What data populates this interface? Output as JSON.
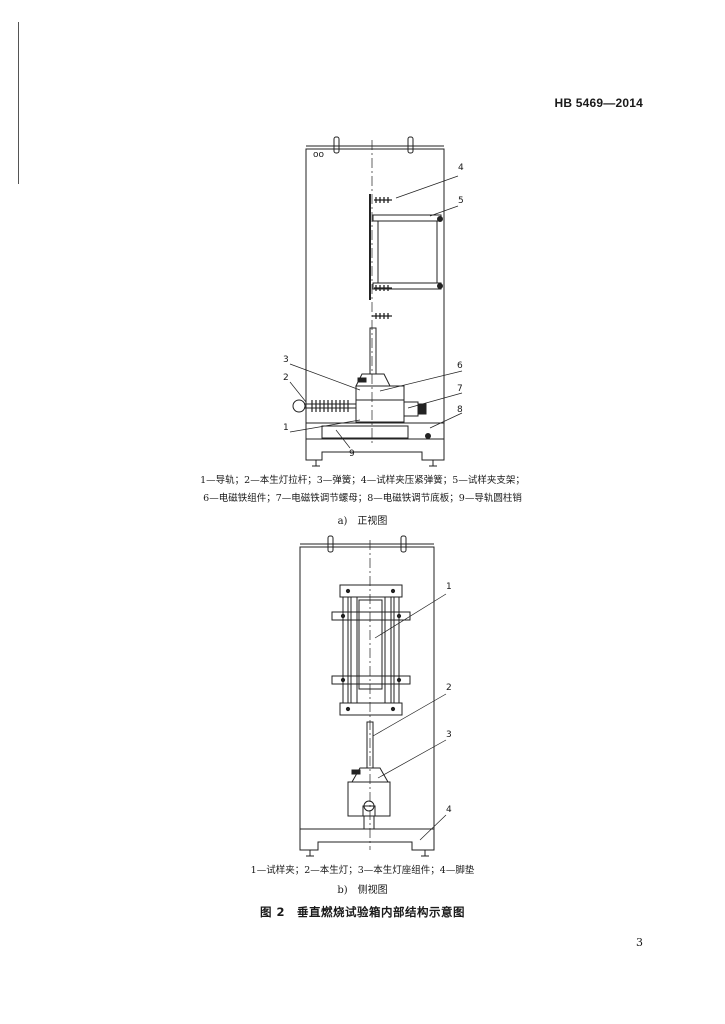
{
  "header": {
    "standard_code": "HB 5469—2014"
  },
  "figure_a": {
    "callouts": [
      "1",
      "2",
      "3",
      "4",
      "5",
      "6",
      "7",
      "8",
      "9"
    ],
    "legend_line1": "1—导轨；2—本生灯拉杆；3—弹簧；4—试样夹压紧弹簧；5—试样夹支架；",
    "legend_line2": "6—电磁铁组件；7—电磁铁调节螺母；8—电磁铁调节底板；9—导轨圆柱销",
    "subcaption": "a)　正视图"
  },
  "figure_b": {
    "callouts": [
      "1",
      "2",
      "3",
      "4"
    ],
    "legend_line1": "1—试样夹；2—本生灯；3—本生灯座组件；4—脚垫",
    "subcaption": "b)　侧视图"
  },
  "caption": "图 2　垂直燃烧试验箱内部结构示意图",
  "page_number": "3"
}
